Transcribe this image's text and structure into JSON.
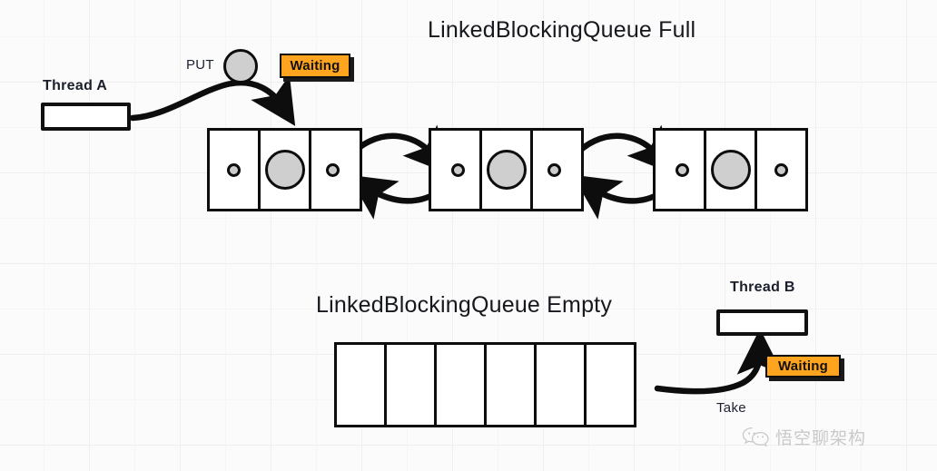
{
  "diagram": {
    "full_section": {
      "title": "LinkedBlockingQueue Full",
      "thread_label": "Thread A",
      "op_label": "PUT",
      "status_badge": "Waiting",
      "nodes": [
        {
          "prev": "prev-pointer",
          "data": "data-circle",
          "next": "next-pointer"
        },
        {
          "prev": "prev-pointer",
          "data": "data-circle",
          "next": "next-pointer"
        },
        {
          "prev": "prev-pointer",
          "data": "data-circle",
          "next": "next-pointer"
        }
      ]
    },
    "empty_section": {
      "title": "LinkedBlockingQueue Empty",
      "thread_label": "Thread B",
      "op_label": "Take",
      "status_badge": "Waiting",
      "cell_count": 6
    },
    "watermark": {
      "text": "悟空聊架构",
      "icon": "wechat-icon"
    },
    "colors": {
      "badge_orange": "#FFA41E",
      "stroke_black": "#0d0d0d",
      "node_circle_gray": "#cfcfcf",
      "grid_line": "#efefef",
      "background": "#fbfbfb"
    }
  }
}
